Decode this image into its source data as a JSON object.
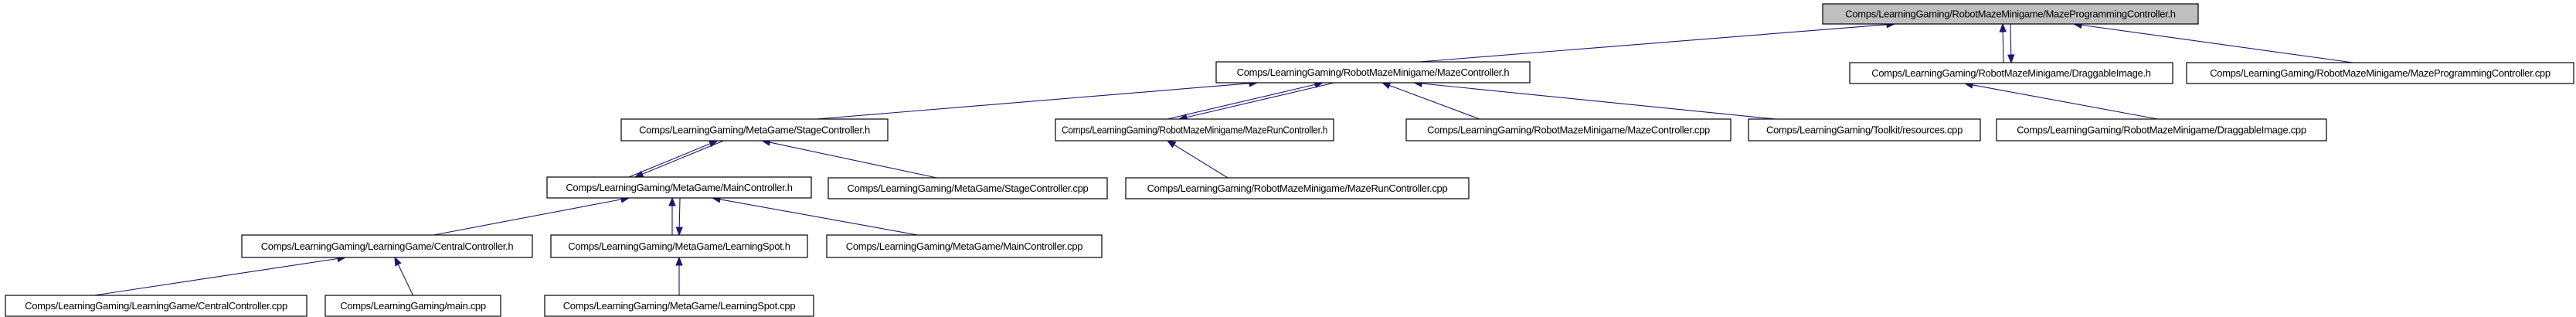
{
  "diagram": {
    "type": "include-dependency-graph",
    "colors": {
      "root_fill": "#bfbfbf",
      "node_fill": "#ffffff",
      "edge": "#191970",
      "border": "#000000"
    },
    "nodes": [
      {
        "id": "mpc_h",
        "label": "Comps/LearningGaming/RobotMazeMinigame/MazeProgrammingController.h",
        "root": true
      },
      {
        "id": "mc_h",
        "label": "Comps/LearningGaming/RobotMazeMinigame/MazeController.h"
      },
      {
        "id": "di_h",
        "label": "Comps/LearningGaming/RobotMazeMinigame/DraggableImage.h"
      },
      {
        "id": "mpc_cpp",
        "label": "Comps/LearningGaming/RobotMazeMinigame/MazeProgrammingController.cpp"
      },
      {
        "id": "sc_h",
        "label": "Comps/LearningGaming/MetaGame/StageController.h"
      },
      {
        "id": "mrc_h",
        "label": "Comps/LearningGaming/RobotMazeMinigame/MazeRunController.h"
      },
      {
        "id": "mc_cpp",
        "label": "Comps/LearningGaming/RobotMazeMinigame/MazeController.cpp"
      },
      {
        "id": "res_cpp",
        "label": "Comps/LearningGaming/Toolkit/resources.cpp"
      },
      {
        "id": "di_cpp",
        "label": "Comps/LearningGaming/RobotMazeMinigame/DraggableImage.cpp"
      },
      {
        "id": "main_h",
        "label": "Comps/LearningGaming/MetaGame/MainController.h"
      },
      {
        "id": "sc_cpp",
        "label": "Comps/LearningGaming/MetaGame/StageController.cpp"
      },
      {
        "id": "mrc_cpp",
        "label": "Comps/LearningGaming/RobotMazeMinigame/MazeRunController.cpp"
      },
      {
        "id": "cc_h",
        "label": "Comps/LearningGaming/LearningGame/CentralController.h"
      },
      {
        "id": "ls_h",
        "label": "Comps/LearningGaming/MetaGame/LearningSpot.h"
      },
      {
        "id": "main_cpp",
        "label": "Comps/LearningGaming/MetaGame/MainController.cpp"
      },
      {
        "id": "cc_cpp",
        "label": "Comps/LearningGaming/LearningGame/CentralController.cpp"
      },
      {
        "id": "gmain_cpp",
        "label": "Comps/LearningGaming/main.cpp"
      },
      {
        "id": "ls_cpp",
        "label": "Comps/LearningGaming/MetaGame/LearningSpot.cpp"
      }
    ],
    "edges": [
      {
        "from": "mc_h",
        "to": "mpc_h"
      },
      {
        "from": "di_h",
        "to": "mpc_h"
      },
      {
        "from": "mpc_h",
        "to": "di_h"
      },
      {
        "from": "mpc_cpp",
        "to": "mpc_h"
      },
      {
        "from": "sc_h",
        "to": "mc_h"
      },
      {
        "from": "mrc_h",
        "to": "mc_h"
      },
      {
        "from": "mc_h",
        "to": "mrc_h"
      },
      {
        "from": "mc_cpp",
        "to": "mc_h"
      },
      {
        "from": "res_cpp",
        "to": "mc_h"
      },
      {
        "from": "di_cpp",
        "to": "di_h"
      },
      {
        "from": "main_h",
        "to": "sc_h"
      },
      {
        "from": "sc_h",
        "to": "main_h"
      },
      {
        "from": "sc_cpp",
        "to": "sc_h"
      },
      {
        "from": "mrc_cpp",
        "to": "mrc_h"
      },
      {
        "from": "cc_h",
        "to": "main_h"
      },
      {
        "from": "ls_h",
        "to": "main_h"
      },
      {
        "from": "main_h",
        "to": "ls_h"
      },
      {
        "from": "main_cpp",
        "to": "main_h"
      },
      {
        "from": "cc_cpp",
        "to": "cc_h"
      },
      {
        "from": "gmain_cpp",
        "to": "cc_h"
      },
      {
        "from": "ls_cpp",
        "to": "ls_h"
      }
    ]
  }
}
